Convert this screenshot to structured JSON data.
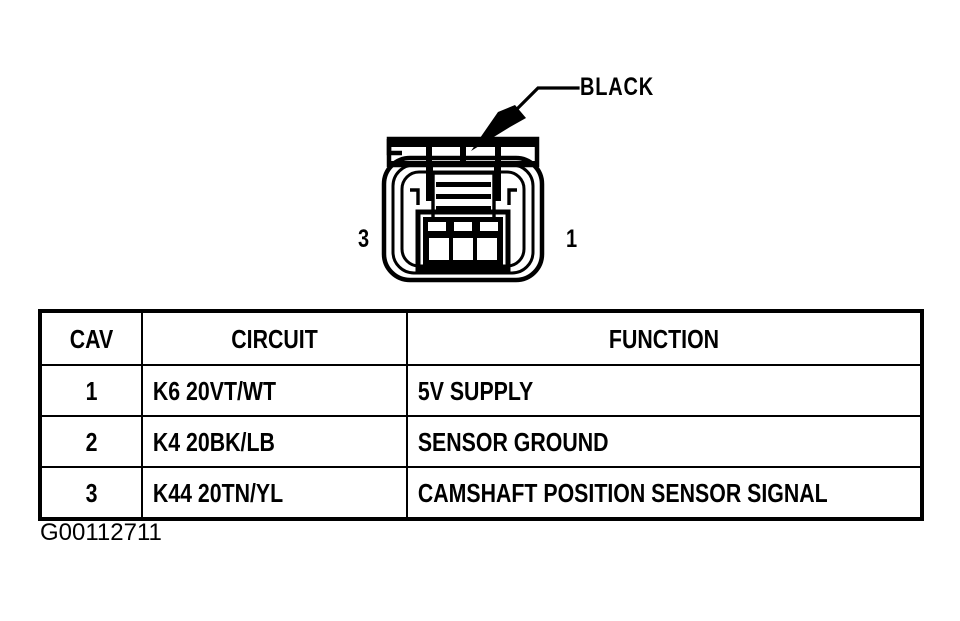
{
  "diagram": {
    "callout": {
      "label": "BLACK",
      "icon": "leader-arrow-icon"
    },
    "connector": {
      "name": "3-way-connector",
      "cavity_count": 3,
      "pin_left_number": "3",
      "pin_right_number": "1"
    }
  },
  "table": {
    "headers": {
      "cav": "CAV",
      "circuit": "CIRCUIT",
      "function": "FUNCTION"
    },
    "rows": [
      {
        "cav": "1",
        "circuit": "K6 20VT/WT",
        "function": "5V SUPPLY"
      },
      {
        "cav": "2",
        "circuit": "K4 20BK/LB",
        "function": "SENSOR GROUND"
      },
      {
        "cav": "3",
        "circuit": "K44 20TN/YL",
        "function": "CAMSHAFT POSITION SENSOR SIGNAL"
      }
    ]
  },
  "caption": {
    "text": "G00112711"
  },
  "colors": {
    "ink": "#000000",
    "paper": "#ffffff"
  }
}
